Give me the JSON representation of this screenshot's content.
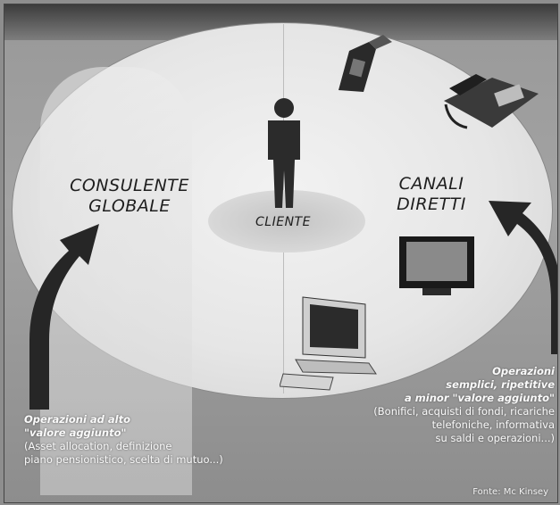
{
  "diagram": {
    "left_label": [
      "CONSULENTE",
      "GLOBALE"
    ],
    "right_label": [
      "CANALI",
      "DIRETTI"
    ],
    "center_label": "CLIENTE",
    "left_note": {
      "highlight": [
        "Operazioni ad alto",
        "\"valore aggiunto\""
      ],
      "detail": [
        "(Asset allocation, definizione",
        "piano pensionistico, scelta di mutuo...)"
      ]
    },
    "right_note": {
      "highlight": [
        "Operazioni",
        "semplici, ripetitive",
        "a minor \"valore aggiunto\""
      ],
      "detail": [
        "(Bonifici, acquisti di fondi, ricariche",
        "telefoniche, informativa",
        "su saldi e operazioni...)"
      ]
    },
    "footer": "Fonte: Mc Kinsey"
  },
  "colors": {
    "background": "#8e8e8e",
    "oval": "#e6e6e6",
    "figure": "#2b2b2b",
    "arrow": "#262626",
    "note_text": "#fafafa"
  },
  "icons": [
    "person-icon",
    "mobile-phone-icon",
    "desk-phone-icon",
    "monitor-icon",
    "computer-icon",
    "arrow-left-icon",
    "arrow-right-icon"
  ]
}
